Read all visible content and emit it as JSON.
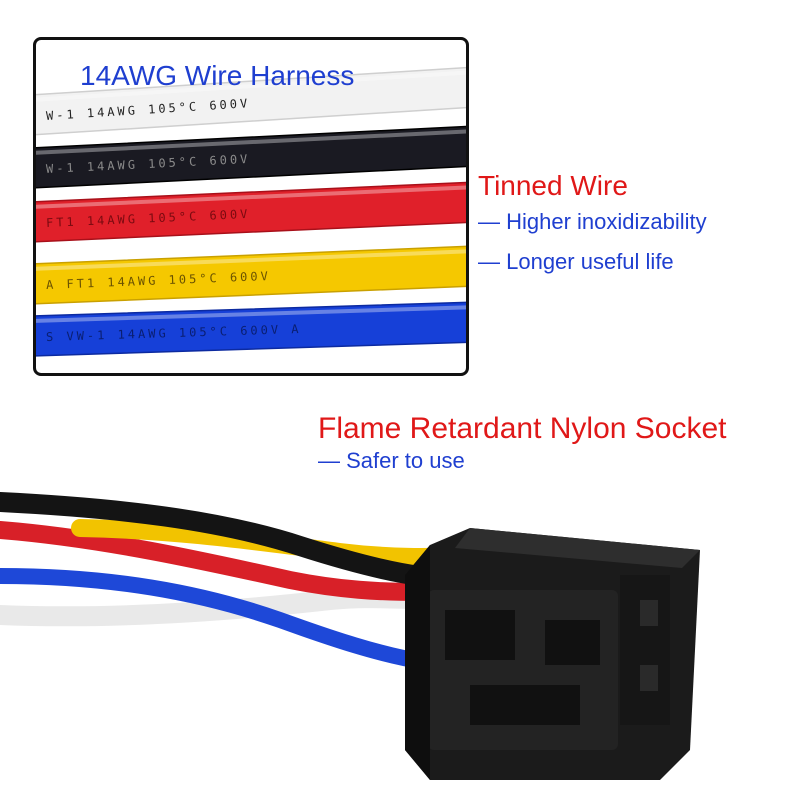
{
  "panel": {
    "title": "14AWG Wire Harness",
    "wires": [
      {
        "color": "#f2f2f2",
        "stroke": "#cfcfcf",
        "text_color": "#222222",
        "print": "W-1   14AWG   105°C   600V"
      },
      {
        "color": "#1a1a22",
        "stroke": "#000000",
        "text_color": "#8a8a8a",
        "print": "W-1   14AWG   105°C   600V"
      },
      {
        "color": "#e0202a",
        "stroke": "#a8101a",
        "text_color": "#7a0a10",
        "print": "FT1   14AWG   105°C   600V"
      },
      {
        "color": "#f5c800",
        "stroke": "#c9a000",
        "text_color": "#6a5200",
        "print": "A  FT1  14AWG  105°C  600V"
      },
      {
        "color": "#1640d8",
        "stroke": "#0c2aa0",
        "text_color": "#0a1e70",
        "print": "S  VW-1  14AWG  105°C  600V  A"
      }
    ]
  },
  "tinned_wire": {
    "title": "Tinned Wire",
    "points": [
      "— Higher inoxidizability",
      "— Longer useful life"
    ]
  },
  "socket": {
    "title": "Flame Retardant Nylon Socket",
    "points": [
      "— Safer to use"
    ]
  },
  "colors": {
    "heading_red": "#e01818",
    "text_blue": "#1f3fd0",
    "socket_black": "#1b1b1b"
  }
}
